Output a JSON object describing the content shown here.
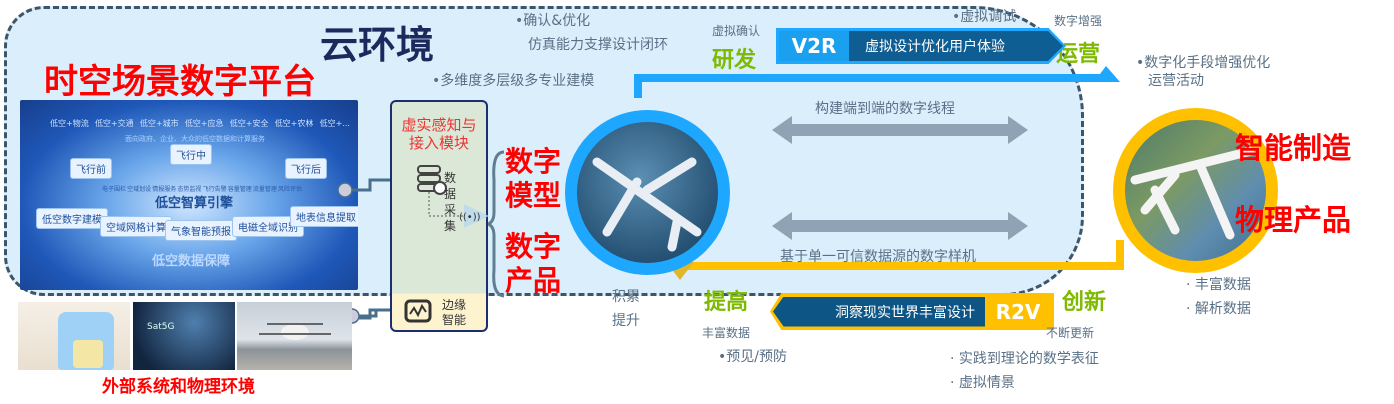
{
  "cloud": {
    "title": "云环境",
    "platform_title": "时空场景数字平台"
  },
  "platform": {
    "top_tags": [
      "低空+物流",
      "低空+交通",
      "低空+城市",
      "低空+应急",
      "低空+安全",
      "低空+农林",
      "低空+..."
    ],
    "subtitle": "面向政府、企业、大众的低空数据和计算服务",
    "groups": [
      "飞行前",
      "飞行中",
      "飞行后"
    ],
    "arc_items": [
      "电子围栏",
      "空域划设",
      "情报服务",
      "态势监视",
      "飞行告警",
      "容量管理",
      "流量管理",
      "风险评估"
    ],
    "engine": "低空智算引擎",
    "engine_items": [
      "低空数字建模",
      "空域网格计算",
      "气象智能预报",
      "电磁全域识别",
      "地表信息提取"
    ],
    "data_title": "低空数据保障"
  },
  "module": {
    "title": "虚实感知与接入模块",
    "data_collect": "数据采集",
    "edge": "边缘智能",
    "icons": [
      "server-icon",
      "wireless-icon",
      "edge-chip-icon"
    ]
  },
  "digital": {
    "model": "数字模型",
    "product": "数字产品"
  },
  "physical": {
    "manufacturing": "智能制造",
    "product": "物理产品"
  },
  "external": {
    "title": "外部系统和物理环境",
    "sat_label": "Sat5G"
  },
  "notes": {
    "confirm": "•确认&优化",
    "sim": "仿真能力支撑设计闭环",
    "modeling": "•多维度多层级多专业建模",
    "virtual_confirm": "虚拟确认",
    "rd": "研发",
    "virtual_debug": "•虚拟调试",
    "digital_enhance": "数字增强",
    "ops": "运营",
    "ops_note1": "•数字化手段增强优化",
    "ops_note2": "运营活动",
    "thread": "构建端到端的数字线程",
    "prototype": "基于单一可信数据源的数字样机",
    "accumulate": "积累",
    "improve_dot": "提升",
    "improve": "提高",
    "rich_data": "丰富数据",
    "predict": "•预见/预防",
    "innovate": "创新",
    "update": "不断更新",
    "practice": "实践到理论的数学表征",
    "scenario": "虚拟情景",
    "rich_data2": "丰富数据",
    "analyze": "解析数据"
  },
  "v2r": {
    "badge": "V2R",
    "text": "虚拟设计优化用户体验"
  },
  "r2v": {
    "badge": "R2V",
    "text": "洞察现实世界丰富设计"
  },
  "colors": {
    "blue": "#1ea7ff",
    "yellow": "#ffc000",
    "red": "#ff0000",
    "green": "#7dba00",
    "navy": "#1b2a5c"
  }
}
